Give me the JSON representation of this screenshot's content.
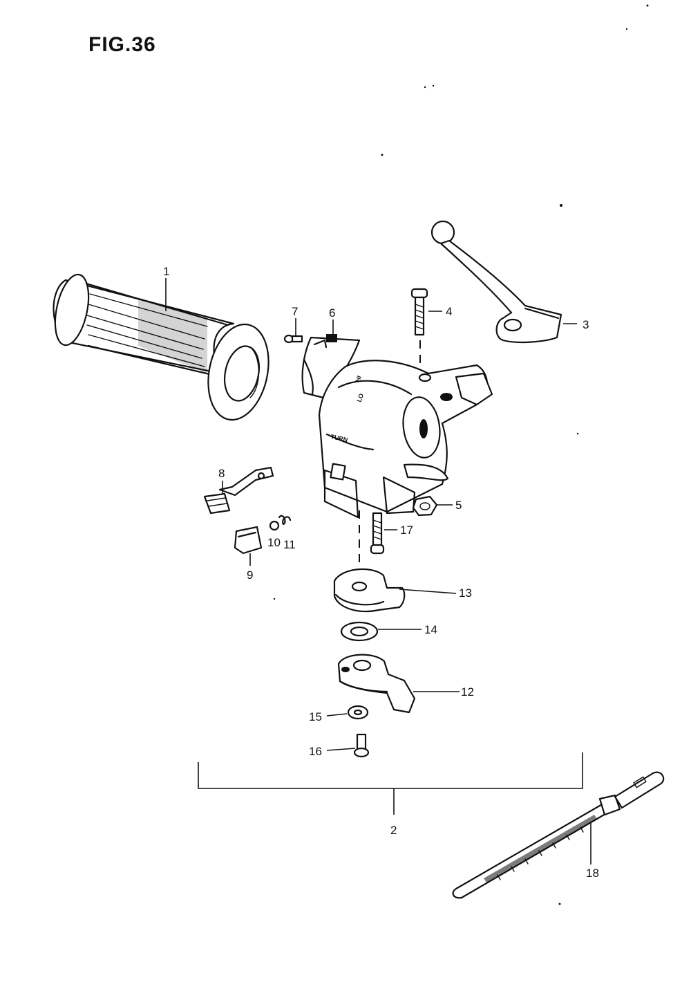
{
  "figure": {
    "title": "FIG.36"
  },
  "callouts": {
    "p1": "1",
    "p2": "2",
    "p3": "3",
    "p4": "4",
    "p5": "5",
    "p6": "6",
    "p7": "7",
    "p8": "8",
    "p9": "9",
    "p10": "10",
    "p11": "11",
    "p12": "12",
    "p13": "13",
    "p14": "14",
    "p15": "15",
    "p16": "16",
    "p17": "17",
    "p18": "18"
  },
  "switch_markings": {
    "hi": "HI",
    "lo": "LO",
    "turn": "TURN"
  }
}
